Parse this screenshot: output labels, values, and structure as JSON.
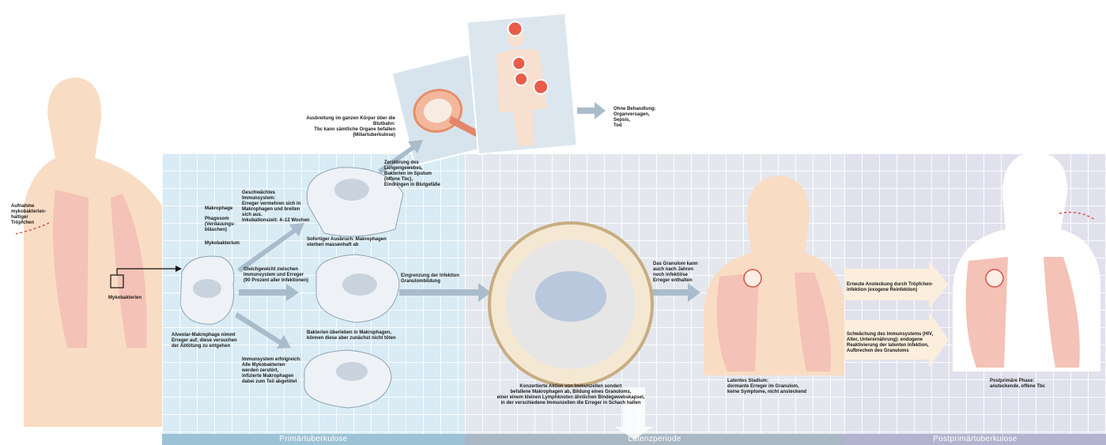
{
  "colors": {
    "panel1": "#d9ebf4",
    "panel2": "#e4e8ee",
    "panel3": "#e1e1ee",
    "band1": "#9cc2d6",
    "band2": "#aab7c5",
    "band3": "#b3b3cf",
    "arrow": "#a9bccb",
    "skin": "#f9dcc4",
    "lung": "#f4c2b6"
  },
  "phases": {
    "primary": "Primärtuberkulose",
    "latent": "Latenzperiode",
    "postprimary": "Postprimärtuberkulose"
  },
  "labels": {
    "intake": [
      "Aufnahme",
      "mykobakterien-",
      "haltiger",
      "Tröpfchen"
    ],
    "mykobakterien_box": "Mykobakterien",
    "makrophage": "Makrophage",
    "phagosom": [
      "Phagosom",
      "(Verdauungs-",
      "bläschen)"
    ],
    "mykobakterium": "Mykobakterium",
    "alveolar": [
      "Alveolar-Makrophage nimmt",
      "Erreger auf; diese versuchen",
      "der Abtötung zu entgehen"
    ],
    "weakened": [
      "Geschwächtes",
      "Immunsystem:",
      "Erreger vermehren sich in",
      "Makrophagen und breiten",
      "sich aus.",
      "Inkubationszeit: 4–12 Wochen"
    ],
    "equilibrium": [
      "Gleichgewicht zwischen",
      "Immunsystem und Erreger",
      "(90 Prozent aller Infektionen)"
    ],
    "success": [
      "Immunsystem erfolgreich:",
      "Alle Mykobakterien",
      "werden zerstört,",
      "infizierte Makrophagen",
      "dabei zum Teil abgetötet"
    ],
    "outbreak": [
      "Sofortiger Ausbruch: Makrophagen",
      "sterben massenhaft ab"
    ],
    "survive": [
      "Bakterien überleben in Makrophagen,",
      "können diese aber zunächst nicht töten"
    ],
    "destruction": [
      "Zerstörung des",
      "Lungengewebes,",
      "Bakterien im Sputum",
      "(offene Tbc),",
      "Eindringen in Blutgefäße"
    ],
    "spread": [
      "Ausbreitung im ganzen Körper über die Blutbahn:",
      "Tbc kann sämtliche Organe befallen",
      "(Miliartuberkulose)"
    ],
    "untreated": [
      "Ohne Behandlung:",
      "Organversagen,",
      "Sepsis,",
      "Tod"
    ],
    "containment": [
      "Eingrenzung der Infektion",
      "Granulombildung"
    ],
    "concerted": [
      "Konzertierte Aktion von Immunzellen sondert",
      "befallene Makrophagen ab, Bildung eines Granuloms,",
      "einer einem kleinen Lymphknoten ähnlichen Bindegewebskapsel,",
      "in der verschiedene Immunzellen die Erreger in Schach halten"
    ],
    "years": [
      "Das Granulom kann",
      "auch nach Jahren",
      "noch infektiöse",
      "Erreger enthalten"
    ],
    "latent_stage": [
      "Latentes Stadium:",
      "dormante Erreger im Granulom,",
      "keine Symptome, nicht ansteckend"
    ],
    "reinfection": [
      "Erneute Ansteckung durch Tröpfchen-",
      "infektion (exogene Reinfektion)"
    ],
    "reactivation": [
      "Schwächung des Immunsystems (HIV,",
      "Alter, Unterernährung): endogene",
      "Reaktivierung der latenten Infektion,",
      "Aufbrechen des Granuloms"
    ],
    "postprimary_phase": [
      "Postprimäre Phase:",
      "ansteckende, offene Tbc"
    ]
  }
}
